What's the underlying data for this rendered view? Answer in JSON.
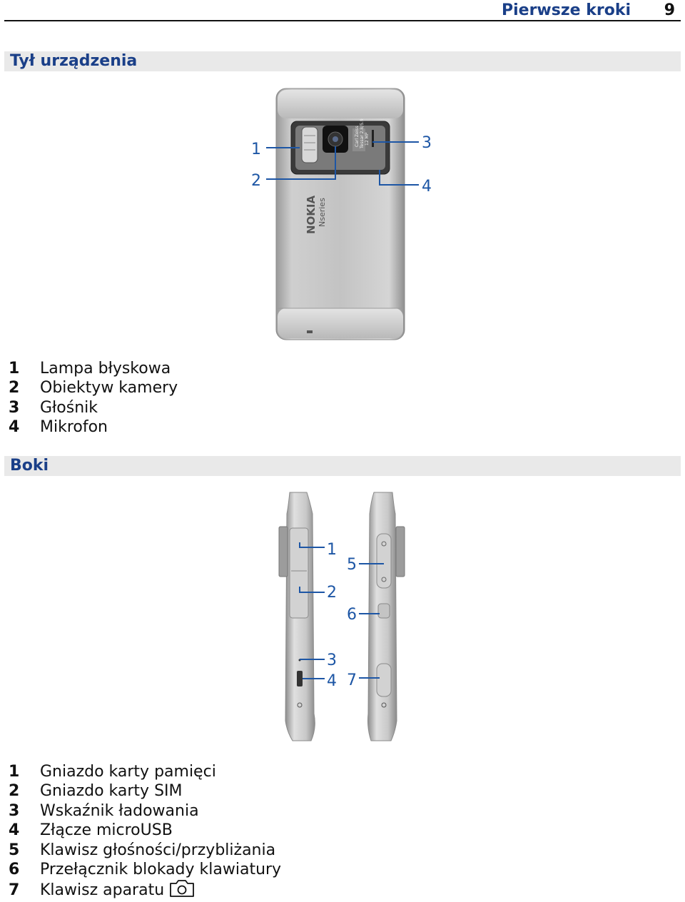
{
  "header": {
    "chapter": "Pierwsze kroki",
    "page_number": "9"
  },
  "back_section": {
    "title": "Tył urządzenia",
    "callouts": [
      "1",
      "2",
      "3",
      "4"
    ],
    "phone_logo": "NOKIA",
    "phone_series": "Nseries",
    "lens_text": [
      "Carl Zeiss",
      "Tessar 2.8/5.9",
      "12 MP"
    ],
    "legend": [
      {
        "num": "1",
        "text": "Lampa błyskowa"
      },
      {
        "num": "2",
        "text": "Obiektyw kamery"
      },
      {
        "num": "3",
        "text": "Głośnik"
      },
      {
        "num": "4",
        "text": "Mikrofon"
      }
    ]
  },
  "sides_section": {
    "title": "Boki",
    "callouts": [
      "1",
      "2",
      "3",
      "4",
      "5",
      "6",
      "7"
    ],
    "legend": [
      {
        "num": "1",
        "text": "Gniazdo karty pamięci"
      },
      {
        "num": "2",
        "text": "Gniazdo karty SIM"
      },
      {
        "num": "3",
        "text": "Wskaźnik ładowania"
      },
      {
        "num": "4",
        "text": "Złącze microUSB"
      },
      {
        "num": "5",
        "text": "Klawisz głośności/przybliżania"
      },
      {
        "num": "6",
        "text": "Przełącznik blokady klawiatury"
      },
      {
        "num": "7",
        "text": "Klawisz aparatu",
        "icon": "camera-icon"
      }
    ]
  },
  "colors": {
    "accent": "#1d56a5",
    "heading": "#1a3f88",
    "section_bg": "#e9e9e9"
  }
}
